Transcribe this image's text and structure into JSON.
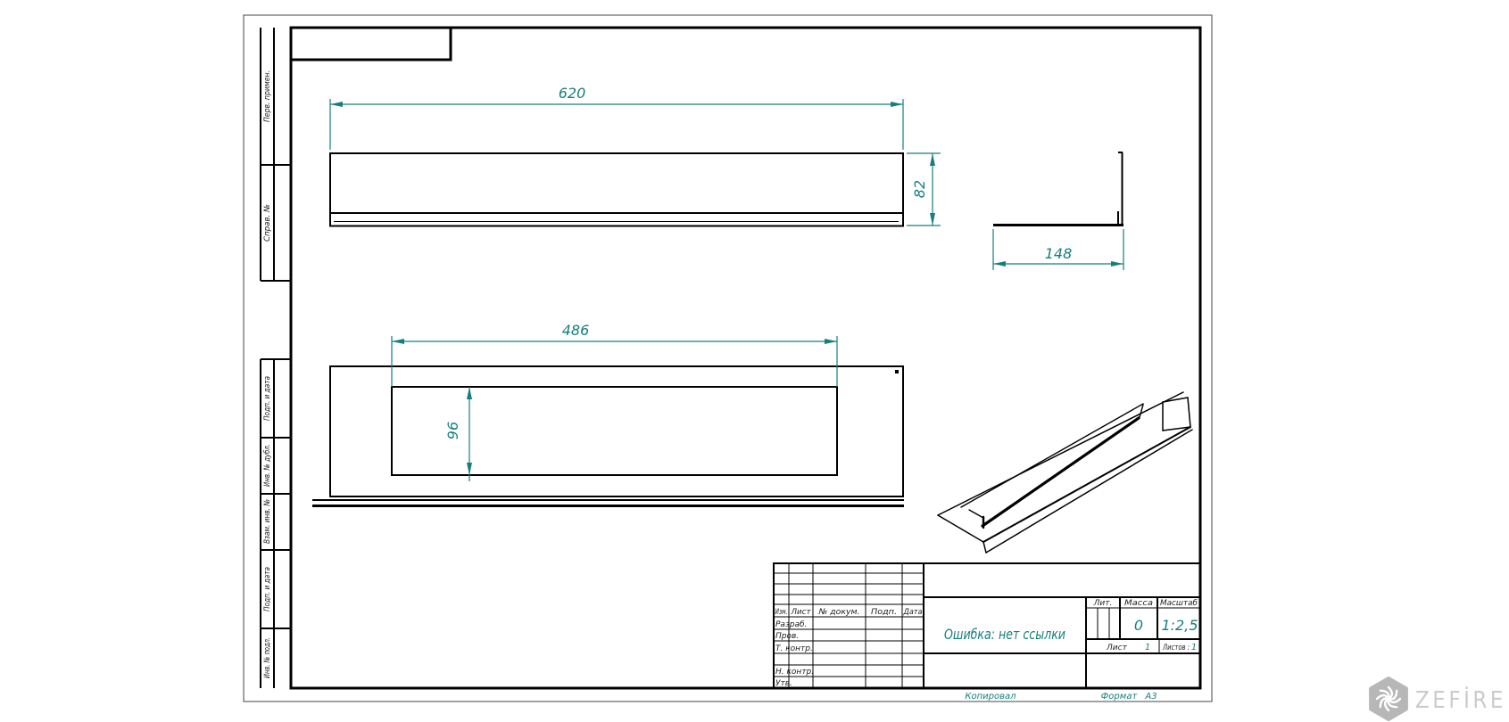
{
  "frame_labels": {
    "margin": [
      "Перв. примен.",
      "Справ. №",
      "Подп. и дата",
      "Инв. № дубл.",
      "Взам. инв. №",
      "Подп. и дата",
      "Инв. № подл."
    ]
  },
  "dimensions": {
    "top_length": "620",
    "side_height": "82",
    "flange_width": "148",
    "opening_length": "486",
    "opening_height": "96"
  },
  "title_block": {
    "col_izm": "Изм.",
    "col_list": "Лист",
    "col_doc": "№ докум.",
    "col_sign": "Подп.",
    "col_date": "Дата",
    "row_dev": "Разраб.",
    "row_check": "Пров.",
    "row_tcontr": "Т. контр.",
    "row_ncontr": "Н. контр.",
    "row_approve": "Утв.",
    "doc_title": "Ошибка: нет ссылки",
    "lit": "Лит.",
    "mass": "Масса",
    "scale": "Масштаб",
    "mass_value": "0",
    "scale_value": "1:2,5",
    "sheet": "Лист",
    "sheet_value": "1",
    "sheets": "Листов :",
    "sheets_value": "1",
    "copied": "Копировал",
    "format": "Формат",
    "format_value": "А3"
  },
  "watermark": {
    "brand": "ZEFİRE"
  }
}
